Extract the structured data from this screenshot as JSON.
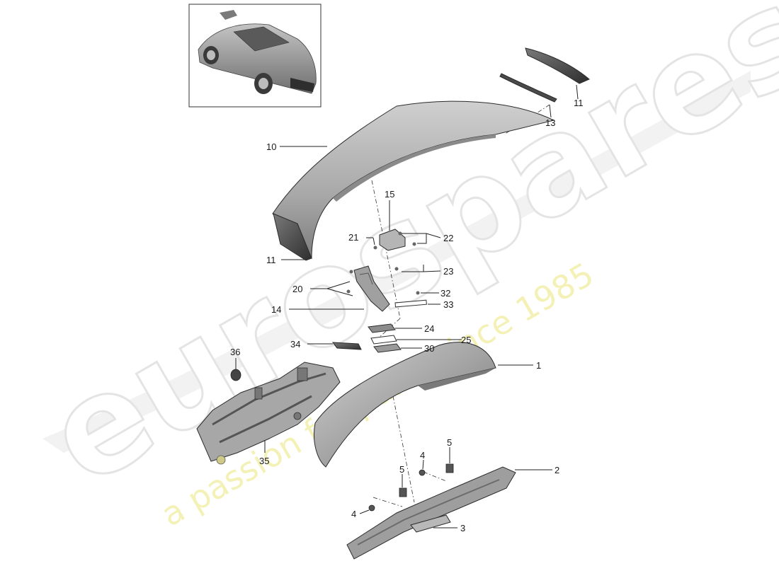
{
  "watermark": {
    "brand": "eurospares",
    "tagline": "a passion for parts since 1985"
  },
  "colors": {
    "part_fill": "#a9a9a9",
    "part_dark": "#5a5a5a",
    "watermark_text": "#f4f1b6",
    "callout_text": "#1a1a1a"
  },
  "thumbnail": {
    "icon": "car-thumbnail-icon"
  },
  "callouts": {
    "c1": "1",
    "c2": "2",
    "c3": "3",
    "c4a": "4",
    "c4b": "4",
    "c5a": "5",
    "c5b": "5",
    "c10": "10",
    "c11a": "11",
    "c11b": "11",
    "c13": "13",
    "c14": "14",
    "c15": "15",
    "c20": "20",
    "c21": "21",
    "c22": "22",
    "c23": "23",
    "c24": "24",
    "c25": "25",
    "c30": "30",
    "c32": "32",
    "c33": "33",
    "c34": "34",
    "c35": "35",
    "c36": "36"
  }
}
